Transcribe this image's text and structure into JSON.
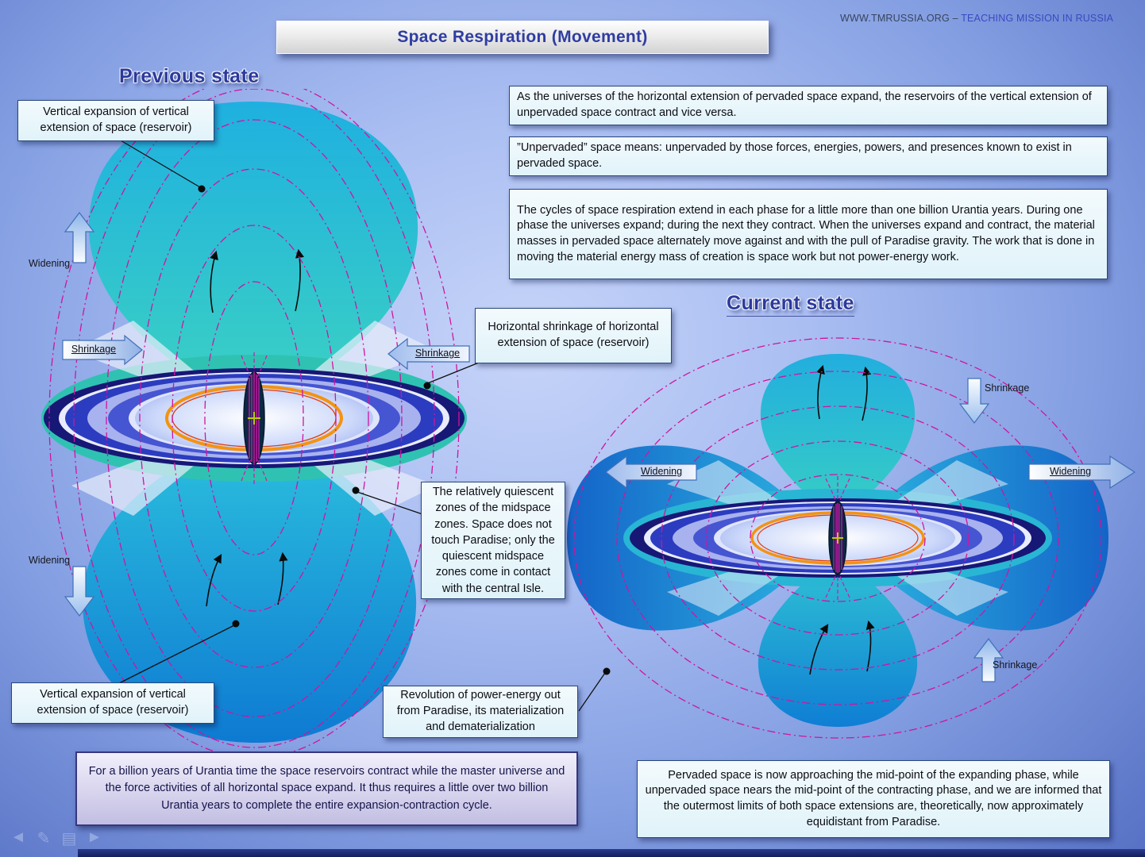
{
  "slide": {
    "title": "Space Respiration (Movement)",
    "site_prefix": "WWW.TMRUSSIA.ORG – ",
    "site_suffix": "TEACHING MISSION IN RUSSIA",
    "heading_previous": "Previous state",
    "heading_current": "Current state"
  },
  "labels": {
    "widening": "Widening",
    "shrinkage": "Shrinkage"
  },
  "callouts": {
    "vertical_expansion_top": "Vertical expansion of vertical extension of space (reservoir)",
    "horizontal_shrinkage": "Horizontal shrinkage of horizontal extension of space (reservoir)",
    "quiescent_zones": "The relatively quiescent zones of the midspace zones. Space does not touch Paradise; only the quiescent midspace zones come in contact with the central Isle.",
    "vertical_expansion_bottom": "Vertical expansion of vertical extension of space (reservoir)",
    "revolution_power_energy": "Revolution of power-energy out from Paradise, its materialization and dematerialization"
  },
  "info_boxes": {
    "expansion_reciprocity": "As the universes of the horizontal extension of pervaded space expand, the reservoirs of the vertical extension of unpervaded space contract and vice versa.",
    "unpervaded_definition": "”Unpervaded” space means: unpervaded by those forces, energies, powers, and presences known to exist in pervaded space.",
    "respiration_cycles": "The cycles of space respiration extend in each phase for a little more than one billion Urantia years.  During one phase the universes expand; during the next they contract.  When the universes expand and contract, the material masses in pervaded space alternately move against and with the pull of Paradise gravity.  The work that is done in moving the material energy mass of creation is space work but not power-energy work.",
    "billion_years_cycle": "For a billion years of Urantia time the space reservoirs contract while the master universe and the force activities of all horizontal space expand. It thus requires a little over two billion Urantia years to complete the entire expansion-contraction cycle.",
    "current_midpoint": "Pervaded space is now approaching the mid-point of the expanding phase, while unpervaded space nears the mid-point of the contracting phase, and we are informed that the outermost limits of both space extensions are, theoretically, now approximately equidistant from Paradise."
  },
  "icons": {
    "back": "◄",
    "pen": "✎",
    "slides": "▤",
    "forward": "►"
  },
  "colors": {
    "accent_magenta": "#cf159f",
    "orange_ring": "#f39312",
    "teal_band": "#2fc2b2",
    "navy_ellipse": "#171775",
    "cyan_box_bg": "#e0f3f9",
    "purple_box_border": "#37377e",
    "title_text": "#2f3da2"
  }
}
